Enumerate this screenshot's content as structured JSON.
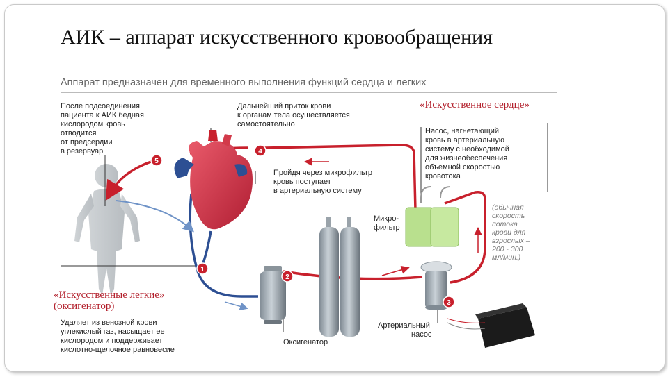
{
  "title": "АИК – аппарат искусственного кровообращения",
  "subtitle": "Аппарат предназначен для временного выполнения функций сердца и легких",
  "notes": {
    "after_connection": [
      "После подсоединения",
      "пациента к АИК бедная",
      "кислородом кровь",
      "отводится",
      "от предсердии",
      "в резервуар"
    ],
    "further_inflow": [
      "Дальнейший приток крови",
      "к органам тела осуществляется",
      "самостоятельно"
    ],
    "microfilter_pass": [
      "Пройдя через микрофильтр",
      "кровь поступает",
      "в артериальную систему"
    ],
    "artificial_heart_title": "«Искусственное сердце»",
    "artificial_heart_desc": [
      "Насос, нагнетающий",
      "кровь в артериальную",
      "систему с необходимой",
      "для жизнеобеспечения",
      "объемной скоростью",
      "кровотока"
    ],
    "normal_flow": [
      "(обычная",
      "скорость",
      "потока",
      "крови для",
      "взрослых –",
      "200 - 300",
      "мл/мин.)"
    ],
    "artificial_lungs_title_1": "«Искусственные легкие»",
    "artificial_lungs_title_2": "(оксигенатор)",
    "artificial_lungs_desc": [
      "Удаляет из венозной крови",
      "углекислый газ, насыщает ее",
      "кислородом и поддерживает",
      "кислотно-щелочное равновесие"
    ]
  },
  "labels": {
    "microfilter": [
      "Микро-",
      "фильтр"
    ],
    "oxygenator": "Оксигенатор",
    "arterial_pump": [
      "Артериальный",
      "насос"
    ]
  },
  "badges": [
    "1",
    "2",
    "3",
    "4",
    "5"
  ],
  "colors": {
    "arterial_red": "#c8202c",
    "venous_blue": "#2d4f93",
    "flow_blue": "#6f93c7",
    "heading_red": "#b3212d"
  }
}
